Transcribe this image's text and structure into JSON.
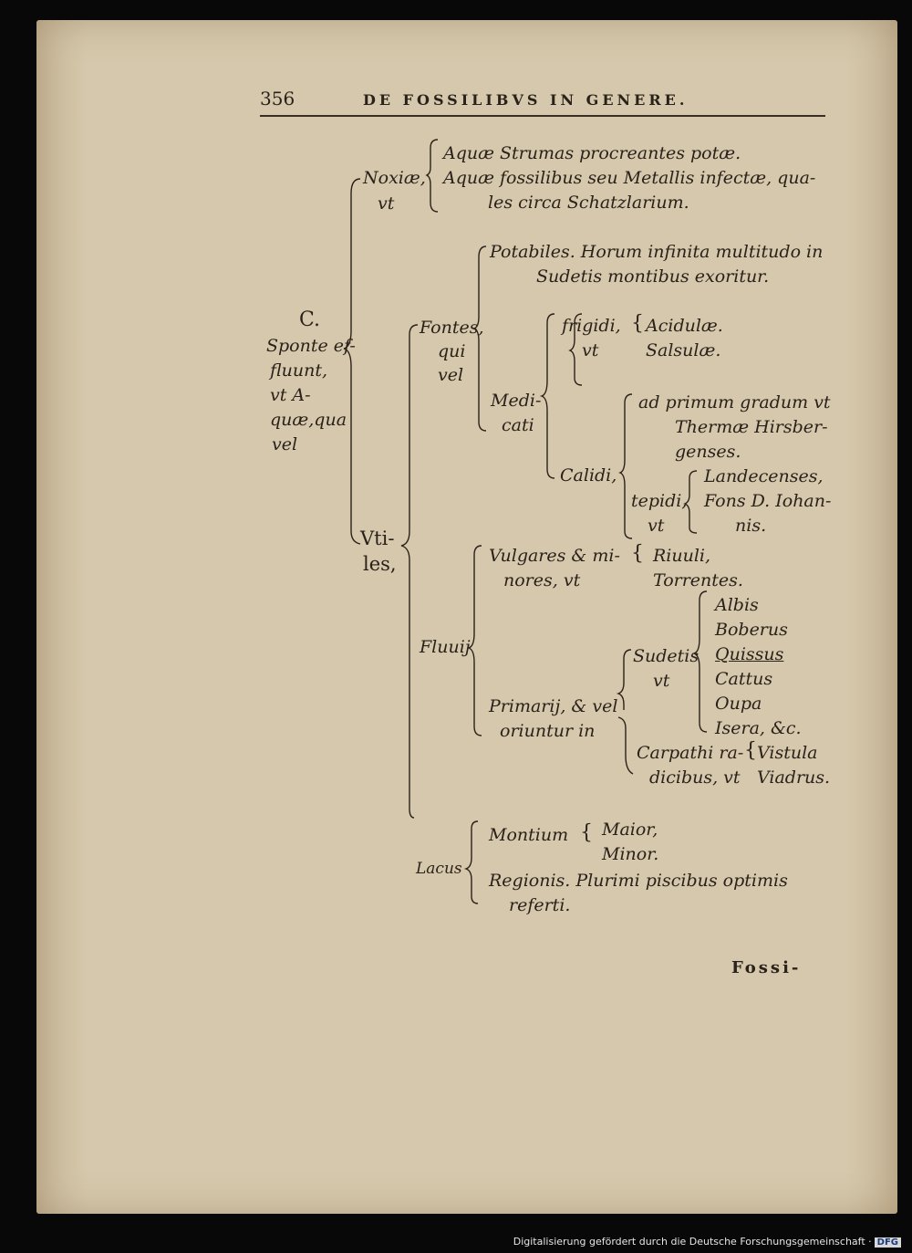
{
  "header": {
    "page_number": "356",
    "running_head": "DE FOSSILIBVS IN GENERE."
  },
  "main": {
    "root": {
      "letter": "C.",
      "lines": [
        "Sponte ef-",
        "fluunt,",
        "vt A-",
        "quæ,qua",
        "vel"
      ]
    },
    "noxia": {
      "label": [
        "Noxiæ,",
        "vt"
      ],
      "items": [
        "Aquæ Strumas procreantes potæ.",
        "Aquæ fossilibus seu Metallis infectæ, qua-",
        "les circa Schatzlarium."
      ]
    },
    "vtiles": {
      "label": [
        "Vti-",
        "les,"
      ],
      "fontes": {
        "label": [
          "Fontes,",
          "qui",
          "vel"
        ],
        "potabiles": [
          "Potabiles. Horum infinita multitudo in",
          "Sudetis montibus exoritur."
        ],
        "medicati": {
          "label": [
            "Medi-",
            "cati"
          ],
          "frigidi": {
            "label": [
              "frigidi,",
              "vt"
            ],
            "items": [
              "Acidulæ.",
              "Salsulæ."
            ]
          },
          "calidi": {
            "label": "Calidi,",
            "primum": [
              "ad primum gradum vt",
              "Thermæ Hirsber-",
              "genses."
            ],
            "tepidi": {
              "label": [
                "tepidi,",
                "vt"
              ],
              "items": [
                "Landecenses,",
                "Fons D. Iohan-",
                "nis."
              ]
            }
          }
        }
      },
      "fluuii": {
        "label": "Fluuij",
        "vulgares": {
          "label": [
            "Vulgares & mi-",
            "nores, vt"
          ],
          "items": [
            "Riuuli,",
            "Torrentes."
          ]
        },
        "primarii": {
          "label": [
            "Primarij, & vel",
            "oriuntur in"
          ],
          "sudetis": {
            "label": [
              "Sudetis",
              "vt"
            ],
            "items": [
              "Albis",
              "Boberus",
              "Quissus",
              "Cattus",
              "Oupa",
              "Isera, &c."
            ]
          },
          "carpathi": {
            "label": [
              "Carpathi ra-",
              "dicibus, vt"
            ],
            "items": [
              "Vistula",
              "Viadrus."
            ]
          }
        }
      },
      "lacus": {
        "label": "Lacus",
        "montium": {
          "label": "Montium",
          "items": [
            "Maior,",
            "Minor."
          ]
        },
        "regionis": [
          "Regionis. Plurimi piscibus optimis",
          "referti."
        ]
      }
    },
    "catchword": "Fossi-"
  },
  "footer": {
    "text": "Digitalisierung gefördert durch die Deutsche Forschungsgemeinschaft ·",
    "logo": "DFG"
  }
}
